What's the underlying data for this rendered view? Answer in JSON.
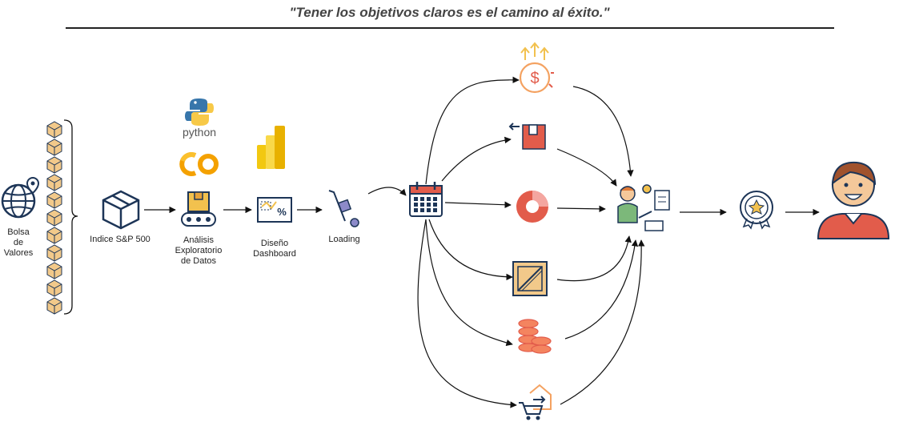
{
  "quote": "\"Tener los objetivos claros es el camino al éxito.\"",
  "nodes": {
    "source": "Bolsa\nde\nValores",
    "index": "Indice S&P 500",
    "eda": "Análisis\nExploratorio\nde Datos",
    "dashboard": "Diseño\nDashboard",
    "loading": "Loading"
  },
  "tools": {
    "python": "python",
    "colab": "CO"
  },
  "icons": [
    "globe-pin-icon",
    "box-icon",
    "conveyor-icon",
    "dashboard-chart-icon",
    "hand-truck-icon",
    "python-logo-icon",
    "colab-logo-icon",
    "powerbi-logo-icon",
    "calendar-icon",
    "dollar-growth-icon",
    "return-box-icon",
    "pie-chart-icon",
    "crate-icon",
    "coin-stack-icon",
    "cart-house-icon",
    "analyst-icon",
    "award-medal-icon",
    "smiling-user-icon"
  ],
  "colors": {
    "orange": "#f4a261",
    "red": "#e25c4b",
    "yellow": "#f2c14e",
    "teal": "#2a6f97",
    "navy": "#1d3557"
  }
}
